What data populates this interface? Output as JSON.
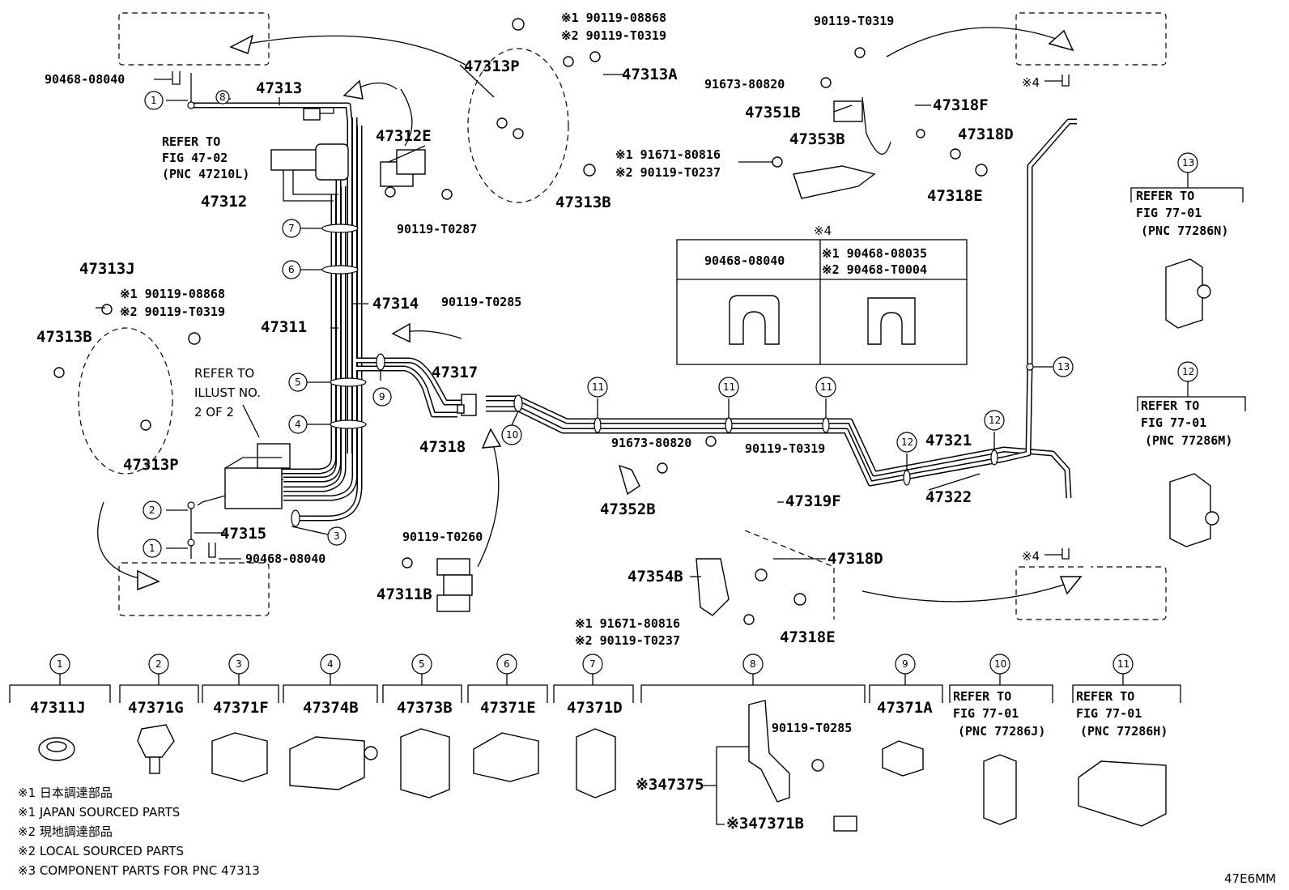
{
  "diagram_code": "47E6MM",
  "labels": {
    "p_90468_08040_top": "90468-08040",
    "p_47313": "47313",
    "p_refer_fig_47_02_l1": "REFER TO",
    "p_refer_fig_47_02_l2": "FIG 47-02",
    "p_refer_fig_47_02_l3": "(PNC 47210L)",
    "p_47312": "47312",
    "p_47312E": "47312E",
    "p_90119_T0287": "90119-T0287",
    "p_47313P_top": "47313P",
    "p_47313A": "47313A",
    "p_47313B_top": "47313B",
    "p_x1_90119_08868_top": "※1 90119-08868",
    "p_x2_90119_T0319_top": "※2 90119-T0319",
    "p_90119_T0319_right": "90119-T0319",
    "p_91673_80820_top": "91673-80820",
    "p_47351B": "47351B",
    "p_47318F": "47318F",
    "p_47353B": "47353B",
    "p_47318D_top": "47318D",
    "p_x1_91671_80816_top": "※1 91671-80816",
    "p_x2_90119_T0237_top": "※2 90119-T0237",
    "p_47318E_top": "47318E",
    "p_47313J": "47313J",
    "p_x1_90119_08868_left": "※1 90119-08868",
    "p_x2_90119_T0319_left": "※2 90119-T0319",
    "p_47313B_left": "47313B",
    "p_47314": "47314",
    "p_90119_T0285_mid": "90119-T0285",
    "p_47311": "47311",
    "p_47317": "47317",
    "p_47318": "47318",
    "p_refer_illust_l1": "REFER TO",
    "p_refer_illust_l2": "ILLUST NO.",
    "p_refer_illust_l3": "2 OF 2",
    "p_47313P_left": "47313P",
    "p_47315": "47315",
    "p_90468_08040_bottom": "90468-08040",
    "p_90119_T0260": "90119-T0260",
    "p_47311B": "47311B",
    "p_91673_80820_mid": "91673-80820",
    "p_90119_T0319_mid": "90119-T0319",
    "p_47352B": "47352B",
    "p_47319F": "47319F",
    "p_47321": "47321",
    "p_47322": "47322",
    "p_47354B": "47354B",
    "p_47318D_bottom": "47318D",
    "p_x1_91671_80816_bottom": "※1 91671-80816",
    "p_x2_90119_T0237_bottom": "※2 90119-T0237",
    "p_47318E_bottom": "47318E",
    "x4_left": "※4",
    "x4_right_top": "※4",
    "x4_right_bottom": "※4"
  },
  "callouts_on_diagram": [
    "1",
    "8",
    "7",
    "6",
    "5",
    "4",
    "9",
    "10",
    "2",
    "1",
    "3",
    "11",
    "11",
    "11",
    "12",
    "12",
    "13"
  ],
  "table_x4": {
    "title": "※4",
    "col1_header": "90468-08040",
    "col2_header_l1": "※1 90468-08035",
    "col2_header_l2": "※2 90468-T0004"
  },
  "refer_13": {
    "num": "13",
    "l1": "REFER TO",
    "l2": "FIG 77-01",
    "l3": "(PNC 77286N)"
  },
  "refer_12": {
    "num": "12",
    "l1": "REFER TO",
    "l2": "FIG 77-01",
    "l3": "(PNC 77286M)"
  },
  "legend_items": [
    {
      "num": "1",
      "part": "47311J"
    },
    {
      "num": "2",
      "part": "47371G"
    },
    {
      "num": "3",
      "part": "47371F"
    },
    {
      "num": "4",
      "part": "47374B"
    },
    {
      "num": "5",
      "part": "47373B"
    },
    {
      "num": "6",
      "part": "47371E"
    },
    {
      "num": "7",
      "part": "47371D"
    },
    {
      "num": "8",
      "part": ""
    },
    {
      "num": "9",
      "part": "47371A"
    }
  ],
  "legend_8": {
    "bolt": "90119-T0285",
    "sub1": "※347375",
    "sub2": "※347371B"
  },
  "refer_10": {
    "num": "10",
    "l1": "REFER TO",
    "l2": "FIG 77-01",
    "l3": "(PNC 77286J)"
  },
  "refer_11": {
    "num": "11",
    "l1": "REFER TO",
    "l2": "FIG 77-01",
    "l3": "(PNC 77286H)"
  },
  "notes": [
    "※1 日本調達部品",
    "※1 JAPAN SOURCED PARTS",
    "※2 現地調達部品",
    "※2 LOCAL SOURCED PARTS",
    "※3  COMPONENT PARTS FOR PNC 47313"
  ]
}
